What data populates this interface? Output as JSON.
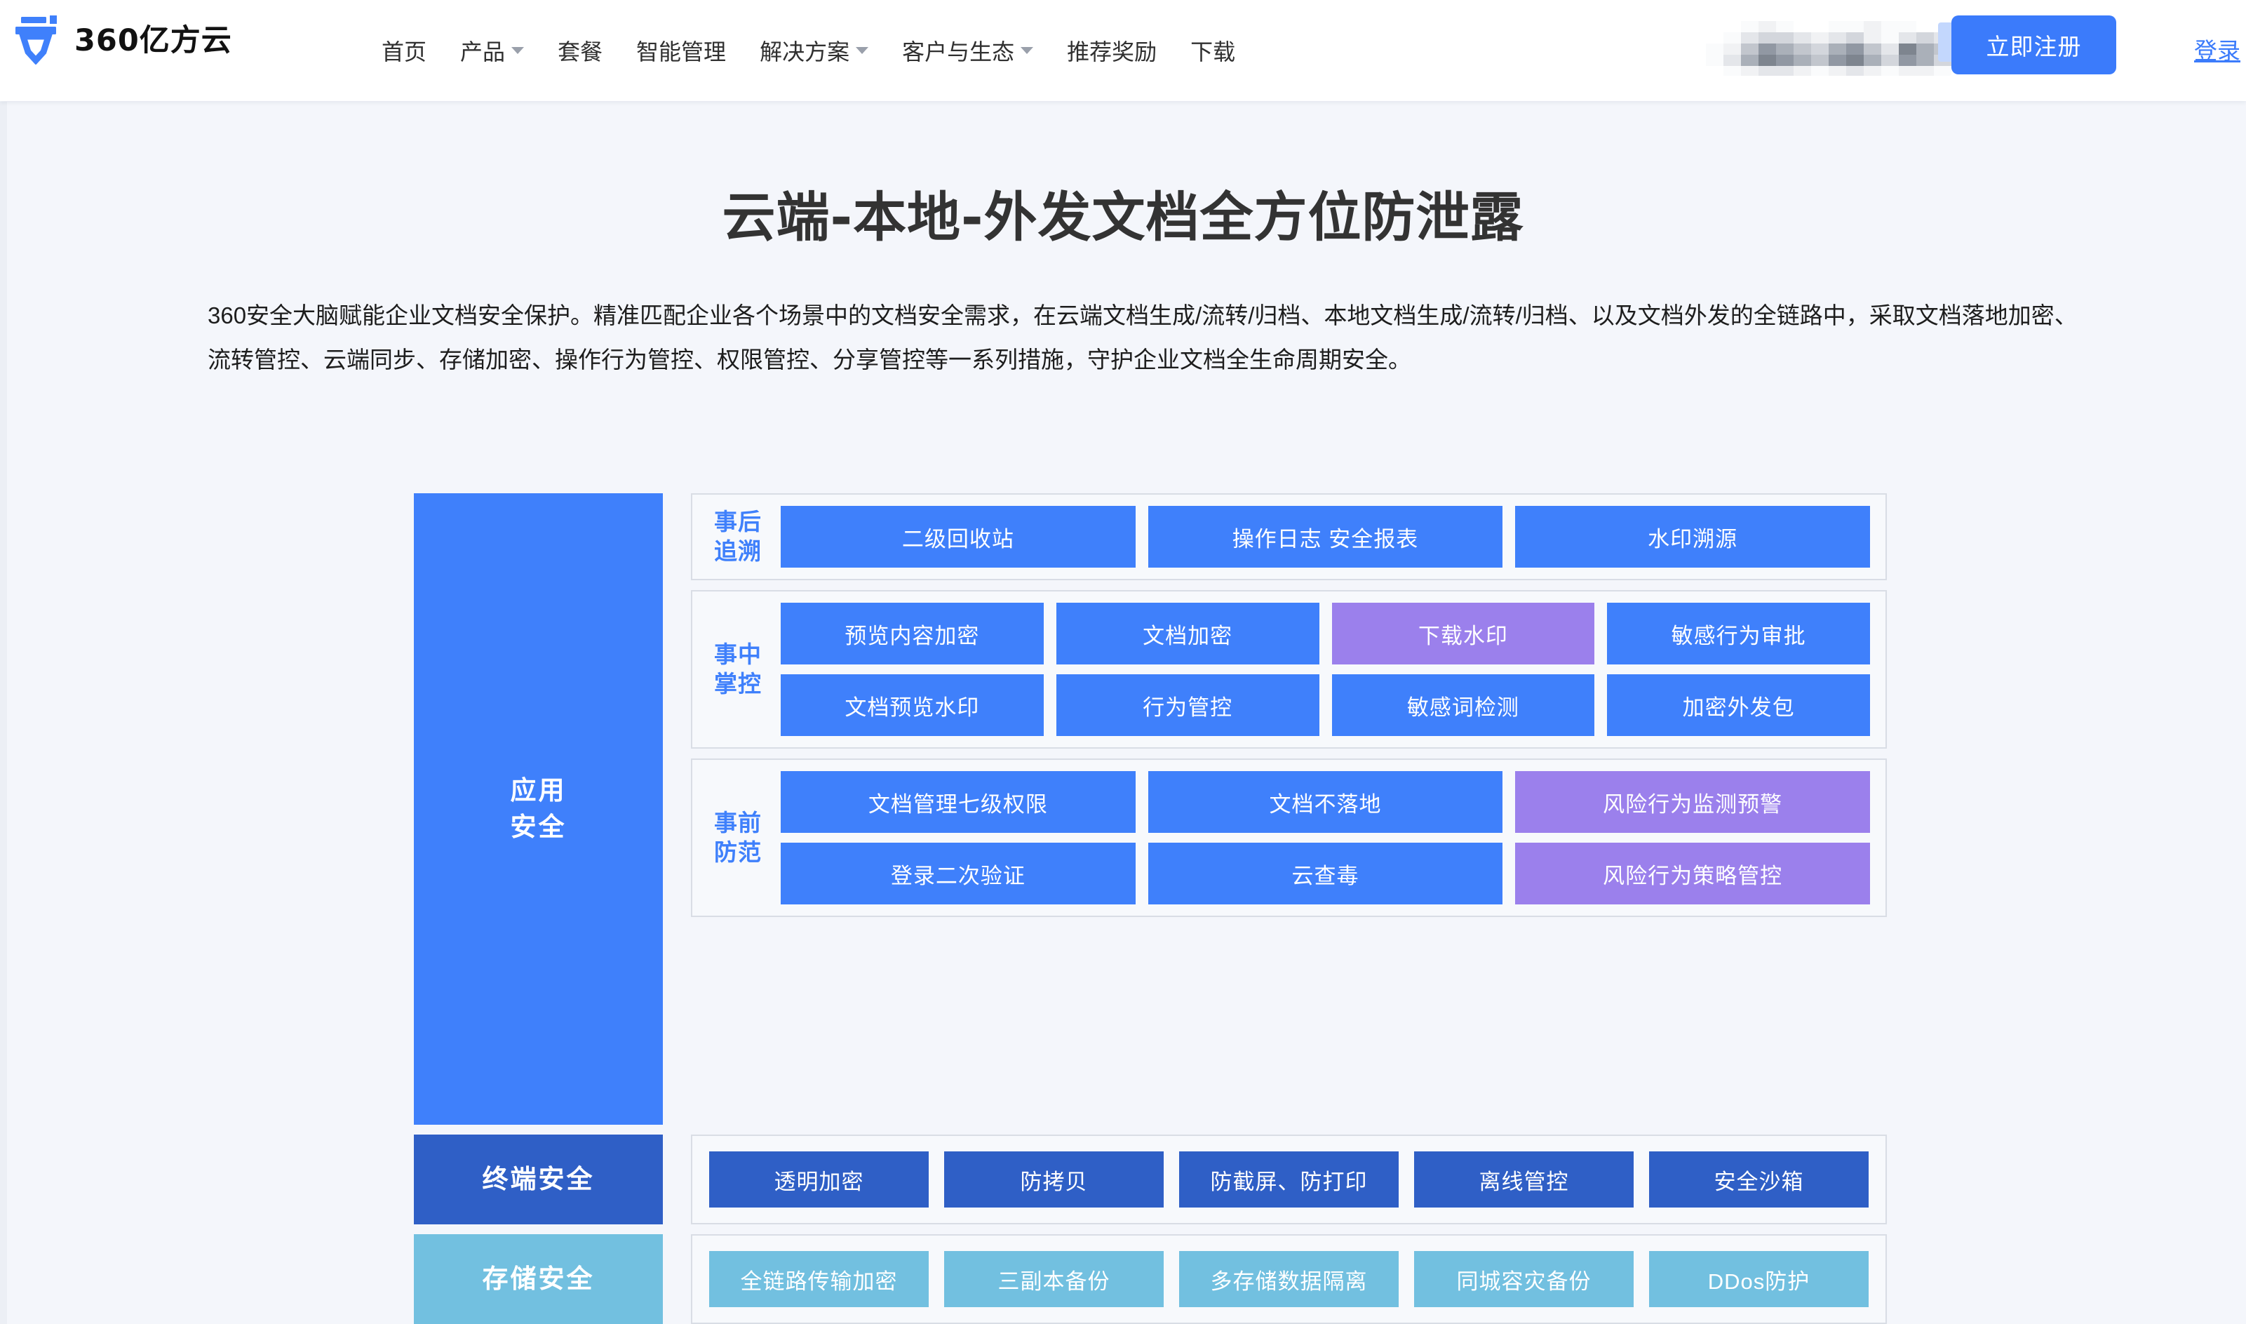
{
  "brand": {
    "logo_text": "360亿方云",
    "logo_icon": "yifangyun-logo-icon"
  },
  "nav": {
    "items": [
      {
        "label": "首页",
        "has_caret": false
      },
      {
        "label": "产品",
        "has_caret": true
      },
      {
        "label": "套餐",
        "has_caret": false
      },
      {
        "label": "智能管理",
        "has_caret": false
      },
      {
        "label": "解决方案",
        "has_caret": true
      },
      {
        "label": "客户与生态",
        "has_caret": true
      },
      {
        "label": "推荐奖励",
        "has_caret": false
      },
      {
        "label": "下载",
        "has_caret": false
      }
    ],
    "register_label": "立即注册",
    "login_label": "登录"
  },
  "hero": {
    "title": "云端-本地-外发文档全方位防泄露",
    "description": "360安全大脑赋能企业文档安全保护。精准匹配企业各个场景中的文档安全需求，在云端文档生成/流转/归档、本地文档生成/流转/归档、以及文档外发的全链路中，采取文档落地加密、流转管控、云端同步、存储加密、操作行为管控、权限管控、分享管控等一系列措施，守护企业文档全生命周期安全。"
  },
  "colors": {
    "accent_blue": "#3b7bfb",
    "cell_blue": "#3f80fb",
    "cell_purple": "#9b80ec",
    "tier_terminal": "#2f5fc6",
    "tier_storage": "#72c0e0",
    "page_bg": "#f4f6fb",
    "group_bg": "#f7f9fc",
    "group_border": "#d9dde5"
  },
  "diagram": {
    "tiers": [
      {
        "label": "应用\n安全",
        "tone": "app",
        "groups": [
          {
            "label": "事后\n追溯",
            "rows": [
              [
                {
                  "text": "二级回收站",
                  "tone": "blue"
                },
                {
                  "text": "操作日志   安全报表",
                  "tone": "blue"
                },
                {
                  "text": "水印溯源",
                  "tone": "blue"
                }
              ]
            ]
          },
          {
            "label": "事中\n掌控",
            "rows": [
              [
                {
                  "text": "预览内容加密",
                  "tone": "blue"
                },
                {
                  "text": "文档加密",
                  "tone": "blue"
                },
                {
                  "text": "下载水印",
                  "tone": "purple"
                },
                {
                  "text": "敏感行为审批",
                  "tone": "blue"
                }
              ],
              [
                {
                  "text": "文档预览水印",
                  "tone": "blue"
                },
                {
                  "text": "行为管控",
                  "tone": "blue"
                },
                {
                  "text": "敏感词检测",
                  "tone": "blue"
                },
                {
                  "text": "加密外发包",
                  "tone": "blue"
                }
              ]
            ]
          },
          {
            "label": "事前\n防范",
            "rows": [
              [
                {
                  "text": "文档管理七级权限",
                  "tone": "blue"
                },
                {
                  "text": "文档不落地",
                  "tone": "blue"
                },
                {
                  "text": "风险行为监测预警",
                  "tone": "purple"
                }
              ],
              [
                {
                  "text": "登录二次验证",
                  "tone": "blue"
                },
                {
                  "text": "云查毒",
                  "tone": "blue"
                },
                {
                  "text": "风险行为策略管控",
                  "tone": "purple"
                }
              ]
            ]
          }
        ]
      },
      {
        "label": "终端安全",
        "tone": "term",
        "flat_cells": [
          {
            "text": "透明加密",
            "tone": "deep"
          },
          {
            "text": "防拷贝",
            "tone": "deep"
          },
          {
            "text": "防截屏、防打印",
            "tone": "deep"
          },
          {
            "text": "离线管控",
            "tone": "deep"
          },
          {
            "text": "安全沙箱",
            "tone": "deep"
          }
        ]
      },
      {
        "label": "存储安全",
        "tone": "stor",
        "flat_cells": [
          {
            "text": "全链路传输加密",
            "tone": "light"
          },
          {
            "text": "三副本备份",
            "tone": "light"
          },
          {
            "text": "多存储数据隔离",
            "tone": "light"
          },
          {
            "text": "同城容灾备份",
            "tone": "light"
          },
          {
            "text": "DDos防护",
            "tone": "light"
          }
        ]
      }
    ]
  }
}
